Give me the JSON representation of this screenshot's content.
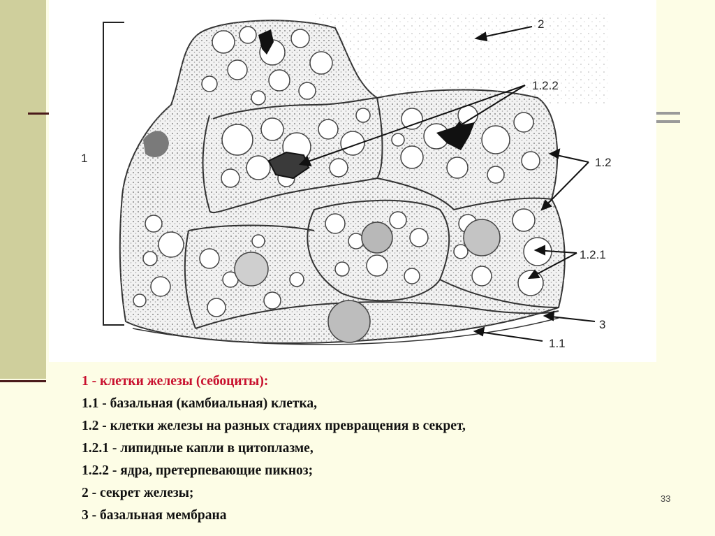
{
  "figure": {
    "labels": {
      "l1": "1",
      "l2": "2",
      "l122": "1.2.2",
      "l12": "1.2",
      "l121": "1.2.1",
      "l3": "3",
      "l11": "1.1"
    }
  },
  "caption": {
    "title": "1 - клетки железы (себоциты):",
    "lines": [
      "1.1 - базальная (камбиальная) клетка,",
      "1.2 - клетки железы на разных стадиях превращения в секрет,",
      "1.2.1 - липидные капли в цитоплазме,",
      "1.2.2 - ядра, претерпевающие пикноз;",
      "2 - секрет железы;",
      "3 - базальная мембрана"
    ]
  },
  "page_number": "33",
  "colors": {
    "title_red": "#c8102e",
    "left_band": "#cfcf9c",
    "rule_dark": "#4a1a1a"
  }
}
